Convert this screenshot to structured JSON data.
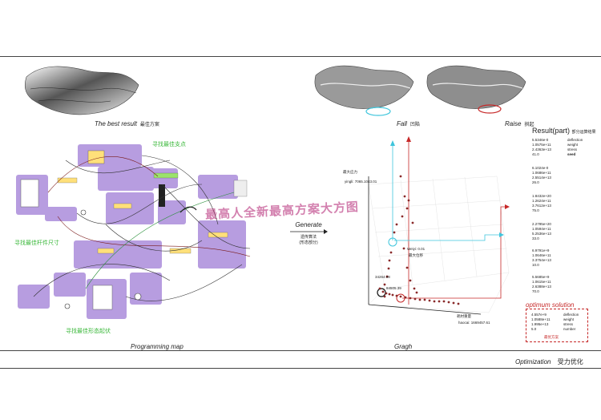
{
  "title": {
    "en": "Optimization",
    "cn": "受力优化"
  },
  "best_result": {
    "en": "The best result",
    "cn": "最佳方案"
  },
  "fall": {
    "en": "Fall",
    "cn": "凹陷"
  },
  "raise": {
    "en": "Raise",
    "cn": "拱起"
  },
  "programming_map": {
    "caption": "Programming map",
    "labels": [
      "寻找最佳支点",
      "寻找最佳杆件尺寸",
      "寻找最佳形态起伏"
    ]
  },
  "generate": {
    "label": "Generate",
    "cn1": "遗传算法",
    "cn2": "(形态部分)"
  },
  "graph": {
    "caption": "Gragh",
    "axis_y": {
      "cn": "最大应力",
      "value": "yingli: 7065.1043.01"
    },
    "axis_wei": {
      "label": "Weiyi: 0.01",
      "cn": "最大位移"
    },
    "axis_hao": {
      "cn": "耗材重量",
      "value": "haocai: 1669457.61"
    },
    "val_a": "34264.98",
    "val_b": "84505.39"
  },
  "result_part": {
    "title": "Result(part)",
    "title_cn": "部分运算结果",
    "groups": [
      [
        "5.5346e-0",
        "1.0575e+11",
        "2.4363e+13",
        "41.0"
      ],
      [
        "6.1024e-0",
        "1.0686e+11",
        "2.5514e+13",
        "26.0"
      ],
      [
        "1.8432e+20",
        "1.2624e+11",
        "3.7612e+13",
        "75.0"
      ],
      [
        "2.2795e+20",
        "1.0594e+11",
        "5.2536e+13",
        "33.0"
      ],
      [
        "6.9791e+9",
        "1.0646e+11",
        "3.3754e+13",
        "10.0"
      ],
      [
        "5.5685e+9",
        "1.0615e+11",
        "2.6388e+13",
        "70.0"
      ]
    ],
    "legend": [
      "deflection",
      "weight",
      "stress",
      "seed"
    ]
  },
  "optimum": {
    "title": "optimum solution",
    "values": [
      "4.557e+9",
      "1.0588e+11",
      "1.995e+13",
      "5.0"
    ],
    "legend": [
      "deflection",
      "weight",
      "stress",
      "number"
    ],
    "cn": "最优方案"
  },
  "watermark": "最高人全新最高方案大方图",
  "colors": {
    "node_purple": "#b79de0",
    "accent_red": "#c62828",
    "accent_cyan": "#3ec5dc",
    "label_green": "#3bb83b",
    "optimum_red": "#c62828"
  }
}
